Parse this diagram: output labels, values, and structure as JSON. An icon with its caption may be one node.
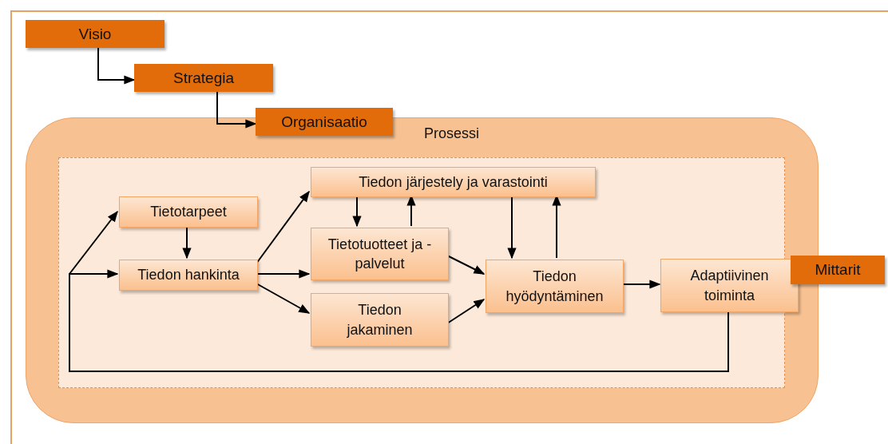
{
  "diagram": {
    "nodes": [
      {
        "text": [
          "Visio"
        ]
      },
      {
        "text": [
          "Strategia"
        ]
      },
      {
        "text": [
          "Organisaatio"
        ]
      },
      {
        "text": [
          "Prosessi"
        ]
      },
      {
        "text": [],
        "shape": "box",
        "in": 3
      },
      {
        "text": [
          "Tietotarpeet"
        ],
        "in": 4
      },
      {
        "text": [
          "Tiedon hankinta"
        ],
        "in": 4
      },
      {
        "text": [
          "Tiedon järjestely ja varastointi"
        ],
        "in": 4
      },
      {
        "text": [
          "Tietotuotteet ja -palvelut"
        ],
        "in": 4
      },
      {
        "text": [
          "Tiedon jakaminen"
        ],
        "in": 4
      },
      {
        "text": [
          "Tiedon hyödyntäminen"
        ],
        "in": 4
      },
      {
        "text": [
          "Adaptiivinen toiminta"
        ],
        "in": 3
      },
      {
        "text": [
          "Mittarit"
        ]
      }
    ],
    "edges": [
      {
        "from": 0,
        "to": 1,
        "arrow": "to"
      },
      {
        "from": 1,
        "to": 2,
        "arrow": "to"
      },
      {
        "from": 11,
        "to": 5,
        "arrow": "to"
      },
      {
        "from": 11,
        "to": 6,
        "arrow": "to"
      },
      {
        "from": 5,
        "to": 6,
        "arrow": "to"
      },
      {
        "from": 6,
        "to": 7,
        "arrow": "to"
      },
      {
        "from": 6,
        "to": 8,
        "arrow": "to"
      },
      {
        "from": 6,
        "to": 9,
        "arrow": "to"
      },
      {
        "from": 7,
        "to": 8,
        "arrow": "to"
      },
      {
        "from": 8,
        "to": 7,
        "arrow": "to"
      },
      {
        "from": 8,
        "to": 10,
        "arrow": "to"
      },
      {
        "from": 9,
        "to": 10,
        "arrow": "to"
      },
      {
        "from": 7,
        "to": 10,
        "arrow": "to"
      },
      {
        "from": 10,
        "to": 7,
        "arrow": "to"
      },
      {
        "from": 10,
        "to": 11,
        "arrow": "to"
      }
    ]
  }
}
